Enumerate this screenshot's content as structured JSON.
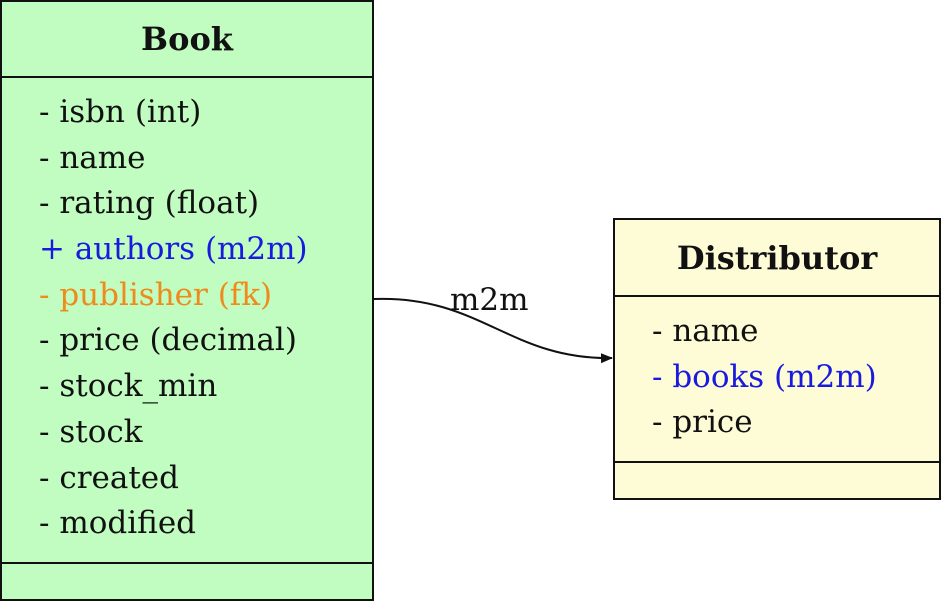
{
  "colors": {
    "book_fill": "#c1fdc1",
    "distributor_fill": "#fefcd7",
    "m2m_attr": "#1a1adf",
    "fk_attr": "#ef8a1c",
    "default_attr": "#111111"
  },
  "book": {
    "title": "Book",
    "attributes": [
      {
        "text": "- isbn (int)",
        "kind": "default"
      },
      {
        "text": "- name",
        "kind": "default"
      },
      {
        "text": "- rating (float)",
        "kind": "default"
      },
      {
        "text": "+ authors (m2m)",
        "kind": "m2m"
      },
      {
        "text": "- publisher (fk)",
        "kind": "fk"
      },
      {
        "text": "- price (decimal)",
        "kind": "default"
      },
      {
        "text": "- stock_min",
        "kind": "default"
      },
      {
        "text": "- stock",
        "kind": "default"
      },
      {
        "text": "- created",
        "kind": "default"
      },
      {
        "text": "- modified",
        "kind": "default"
      }
    ]
  },
  "distributor": {
    "title": "Distributor",
    "attributes": [
      {
        "text": "- name",
        "kind": "default"
      },
      {
        "text": "- books (m2m)",
        "kind": "m2m"
      },
      {
        "text": "- price",
        "kind": "default"
      }
    ]
  },
  "association": {
    "label": "m2m"
  }
}
